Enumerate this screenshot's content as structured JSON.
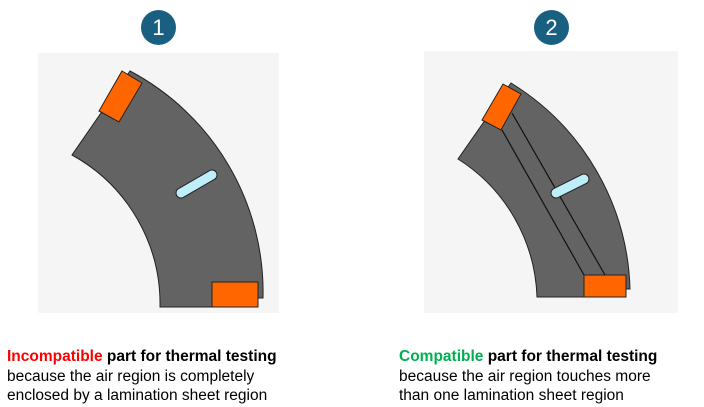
{
  "panels": [
    {
      "number": "1",
      "status_word": "Incompatible",
      "status_color": "#ff0000",
      "title_rest": " part for thermal testing",
      "line2": "because the air region is completely",
      "line3": "enclosed by a lamination sheet region"
    },
    {
      "number": "2",
      "status_word": "Compatible",
      "status_color": "#00b050",
      "title_rest": " part for thermal testing",
      "line2": "because the air region touches more",
      "line3": "than one lamination sheet region"
    }
  ],
  "colors": {
    "lamination": "#636363",
    "magnet": "#ff6600",
    "air": "#bdeefa",
    "background": "#f5f5f5",
    "badge": "#195f82"
  }
}
